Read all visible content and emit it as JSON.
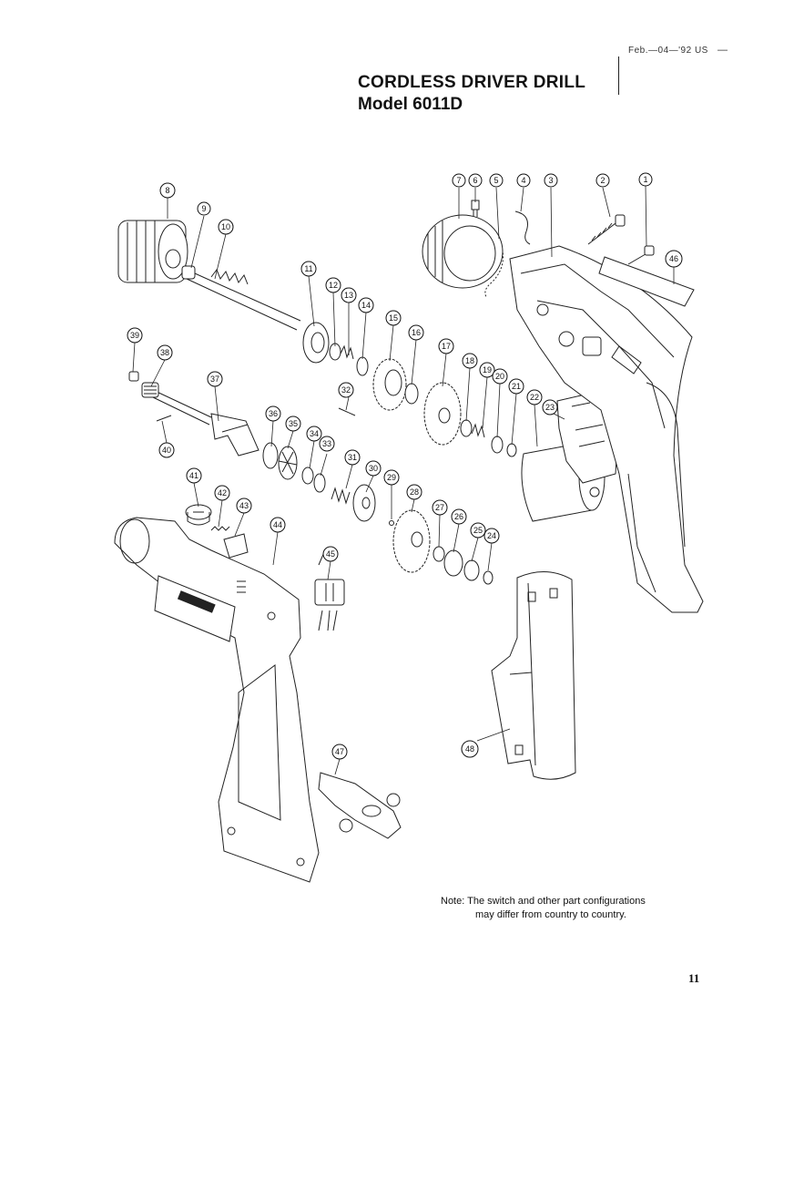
{
  "header": {
    "date_stamp": "Feb.—04—'92 US",
    "dash": "—",
    "title": "CORDLESS DRIVER DRILL",
    "model": "Model 6011D"
  },
  "note": {
    "line1": "Note: The switch and other part configurations",
    "line2": "may differ from country to country."
  },
  "page_number": "11",
  "parts": [
    "1",
    "2",
    "3",
    "4",
    "5",
    "6",
    "7",
    "8",
    "9",
    "10",
    "11",
    "12",
    "13",
    "14",
    "15",
    "16",
    "17",
    "18",
    "19",
    "20",
    "21",
    "22",
    "23",
    "24",
    "25",
    "26",
    "27",
    "28",
    "29",
    "30",
    "31",
    "32",
    "33",
    "34",
    "35",
    "36",
    "37",
    "38",
    "39",
    "40",
    "41",
    "42",
    "43",
    "44",
    "45",
    "46",
    "47",
    "48"
  ],
  "labels": {
    "l1": "1",
    "l2": "2",
    "l3": "3",
    "l4": "4",
    "l5": "5",
    "l6": "6",
    "l7": "7",
    "l8": "8",
    "l9": "9",
    "l10": "10",
    "l11": "11",
    "l12": "12",
    "l13": "13",
    "l14": "14",
    "l15": "15",
    "l16": "16",
    "l17": "17",
    "l18": "18",
    "l19": "19",
    "l20": "20",
    "l21": "21",
    "l22": "22",
    "l23": "23",
    "l24": "24",
    "l25": "25",
    "l26": "26",
    "l27": "27",
    "l28": "28",
    "l29": "29",
    "l30": "30",
    "l31": "31",
    "l32": "32",
    "l33": "33",
    "l34": "34",
    "l35": "35",
    "l36": "36",
    "l37": "37",
    "l38": "38",
    "l39": "39",
    "l40": "40",
    "l41": "41",
    "l42": "42",
    "l43": "43",
    "l44": "44",
    "l45": "45",
    "l46": "46",
    "l47": "47",
    "l48": "48"
  }
}
